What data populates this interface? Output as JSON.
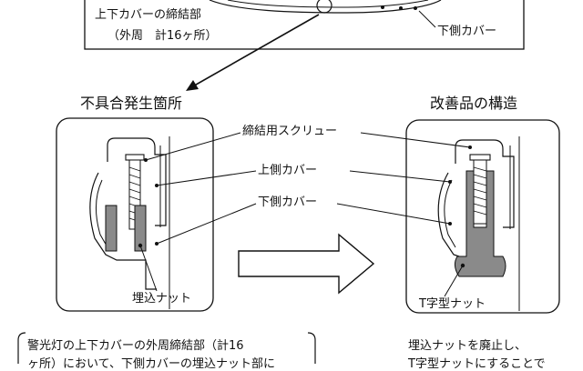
{
  "top": {
    "line1": "上下カバーの締結部",
    "line2": "（外周　計16ヶ所）",
    "lower_cover": "下側カバー"
  },
  "left_panel": {
    "title": "不具合発生箇所",
    "nut_label": "埋込ナット"
  },
  "right_panel": {
    "title": "改善品の構造",
    "tnut_label": "T字型ナット"
  },
  "callouts": {
    "screw": "締結用スクリュー",
    "upper_cover": "上側カバー",
    "lower_cover": "下側カバー"
  },
  "notes": {
    "left_line1": "警光灯の上下カバーの外周締結部（計16",
    "left_line2": "ヶ所）において、下側カバーの埋込ナット部に",
    "right_line1": "埋込ナットを廃止し、",
    "right_line2": "T字型ナットにすることで"
  }
}
